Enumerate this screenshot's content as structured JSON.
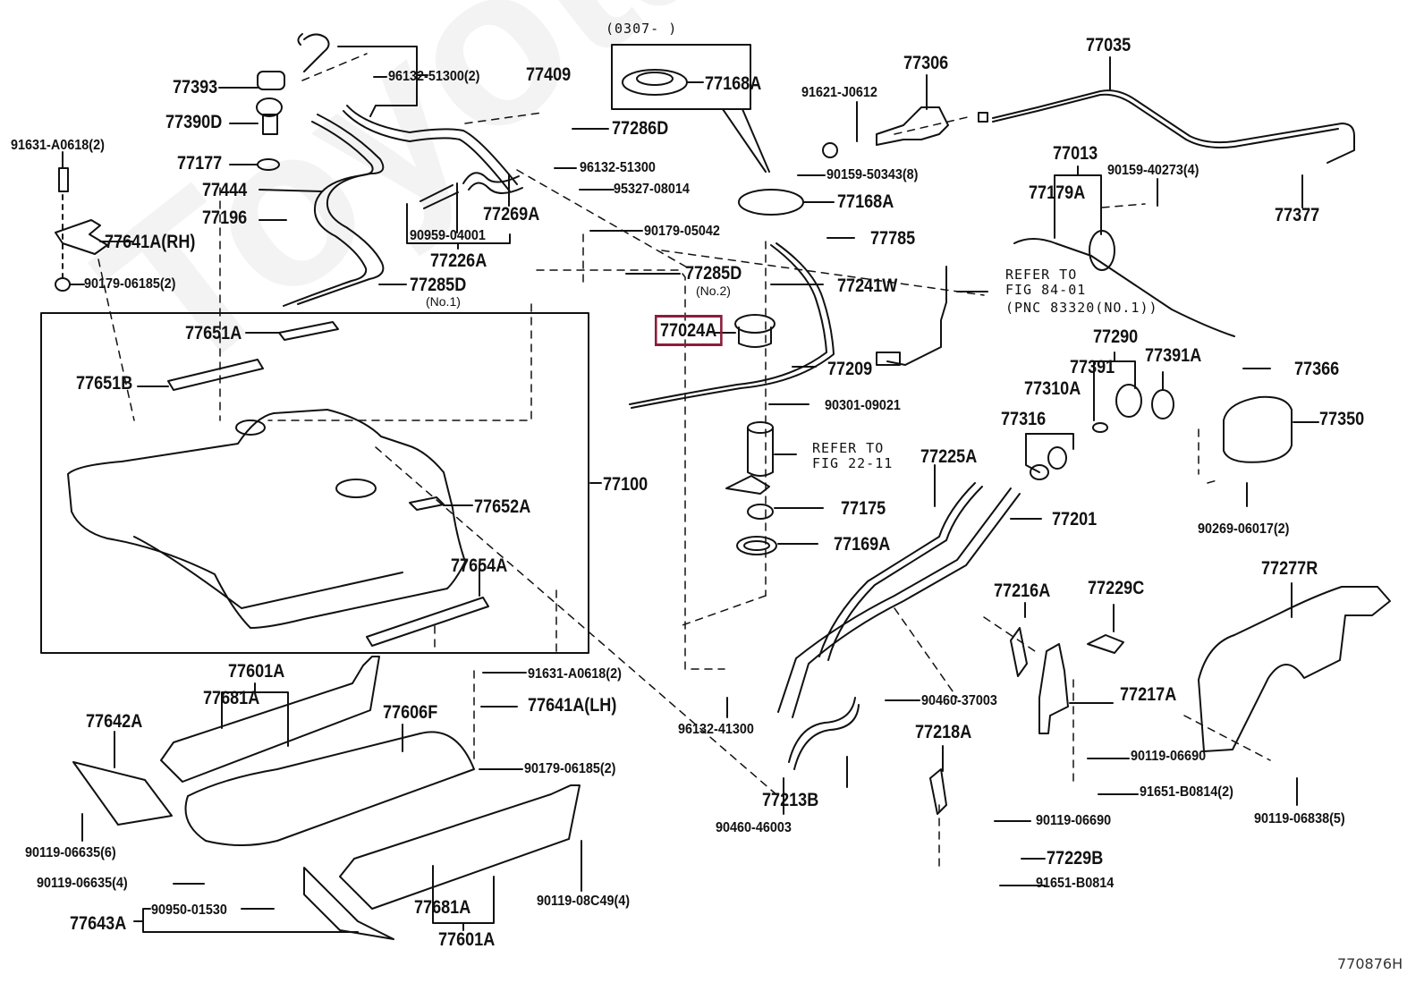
{
  "diagram": {
    "figure_code": "770876H",
    "watermark": "ToyotaCarMine.ru",
    "highlight_color": "#8c1c3a",
    "date_range_note": "(0307-        )",
    "highlighted_part": "77024A",
    "notes": {
      "refer_84": [
        "REFER TO",
        "FIG 84-01",
        "(PNC 83320(NO.1))"
      ],
      "refer_22": [
        "REFER TO",
        "FIG 22-11"
      ]
    },
    "labels": {
      "p77393": "77393",
      "p77390D": "77390D",
      "p77177": "77177",
      "p77444": "77444",
      "p77196": "77196",
      "p91631_rh": "91631-A0618(2)",
      "p77641A_rh": "77641A(RH)",
      "p90179_06185_rh": "90179-06185(2)",
      "p96132_51300_2": "96132-51300(2)",
      "p77409": "77409",
      "p77286D": "77286D",
      "p96132_51300": "96132-51300",
      "p95327": "95327-08014",
      "p77269A": "77269A",
      "p90959": "90959-04001",
      "p77226A": "77226A",
      "p77285D_1": "77285D",
      "p77285D_1_sub": "(No.1)",
      "p90179_05042": "90179-05042",
      "p77285D_2": "77285D",
      "p77285D_2_sub": "(No.2)",
      "p77168A_top": "77168A",
      "p77306": "77306",
      "p91621": "91621-J0612",
      "p90159_50343": "90159-50343(8)",
      "p77168A": "77168A",
      "p77785": "77785",
      "p77241W": "77241W",
      "p77024A": "77024A",
      "p77209": "77209",
      "p90301": "90301-09021",
      "p77175": "77175",
      "p77169A": "77169A",
      "p77035": "77035",
      "p77013": "77013",
      "p77179A": "77179A",
      "p90159_40273": "90159-40273(4)",
      "p77377": "77377",
      "p77290": "77290",
      "p77391": "77391",
      "p77391A": "77391A",
      "p77310A": "77310A",
      "p77316": "77316",
      "p77366": "77366",
      "p77350": "77350",
      "p90269": "90269-06017(2)",
      "p77225A": "77225A",
      "p77201": "77201",
      "p77651A": "77651A",
      "p77651B": "77651B",
      "p77100": "77100",
      "p77652A": "77652A",
      "p77654A": "77654A",
      "p77601A_top": "77601A",
      "p77681A_top": "77681A",
      "p77642A": "77642A",
      "p77606F": "77606F",
      "p91631_lh": "91631-A0618(2)",
      "p77641A_lh": "77641A(LH)",
      "p90179_06185_lh": "90179-06185(2)",
      "p90119_06635_6": "90119-06635(6)",
      "p90119_06635_4": "90119-06635(4)",
      "p77643A": "77643A",
      "p90950": "90950-01530",
      "p77681A_bot": "77681A",
      "p77601A_bot": "77601A",
      "p90119_08C49": "90119-08C49(4)",
      "p96132_41300": "96132-41300",
      "p90460_37003": "90460-37003",
      "p90460_46003": "90460-46003",
      "p77213B": "77213B",
      "p77216A": "77216A",
      "p77229C": "77229C",
      "p77217A": "77217A",
      "p77218A": "77218A",
      "p90119_06690_a": "90119-06690",
      "p91651_2": "91651-B0814(2)",
      "p90119_06690_b": "90119-06690",
      "p77229B": "77229B",
      "p91651": "91651-B0814",
      "p77277R": "77277R",
      "p90119_06838": "90119-06838(5)"
    }
  }
}
